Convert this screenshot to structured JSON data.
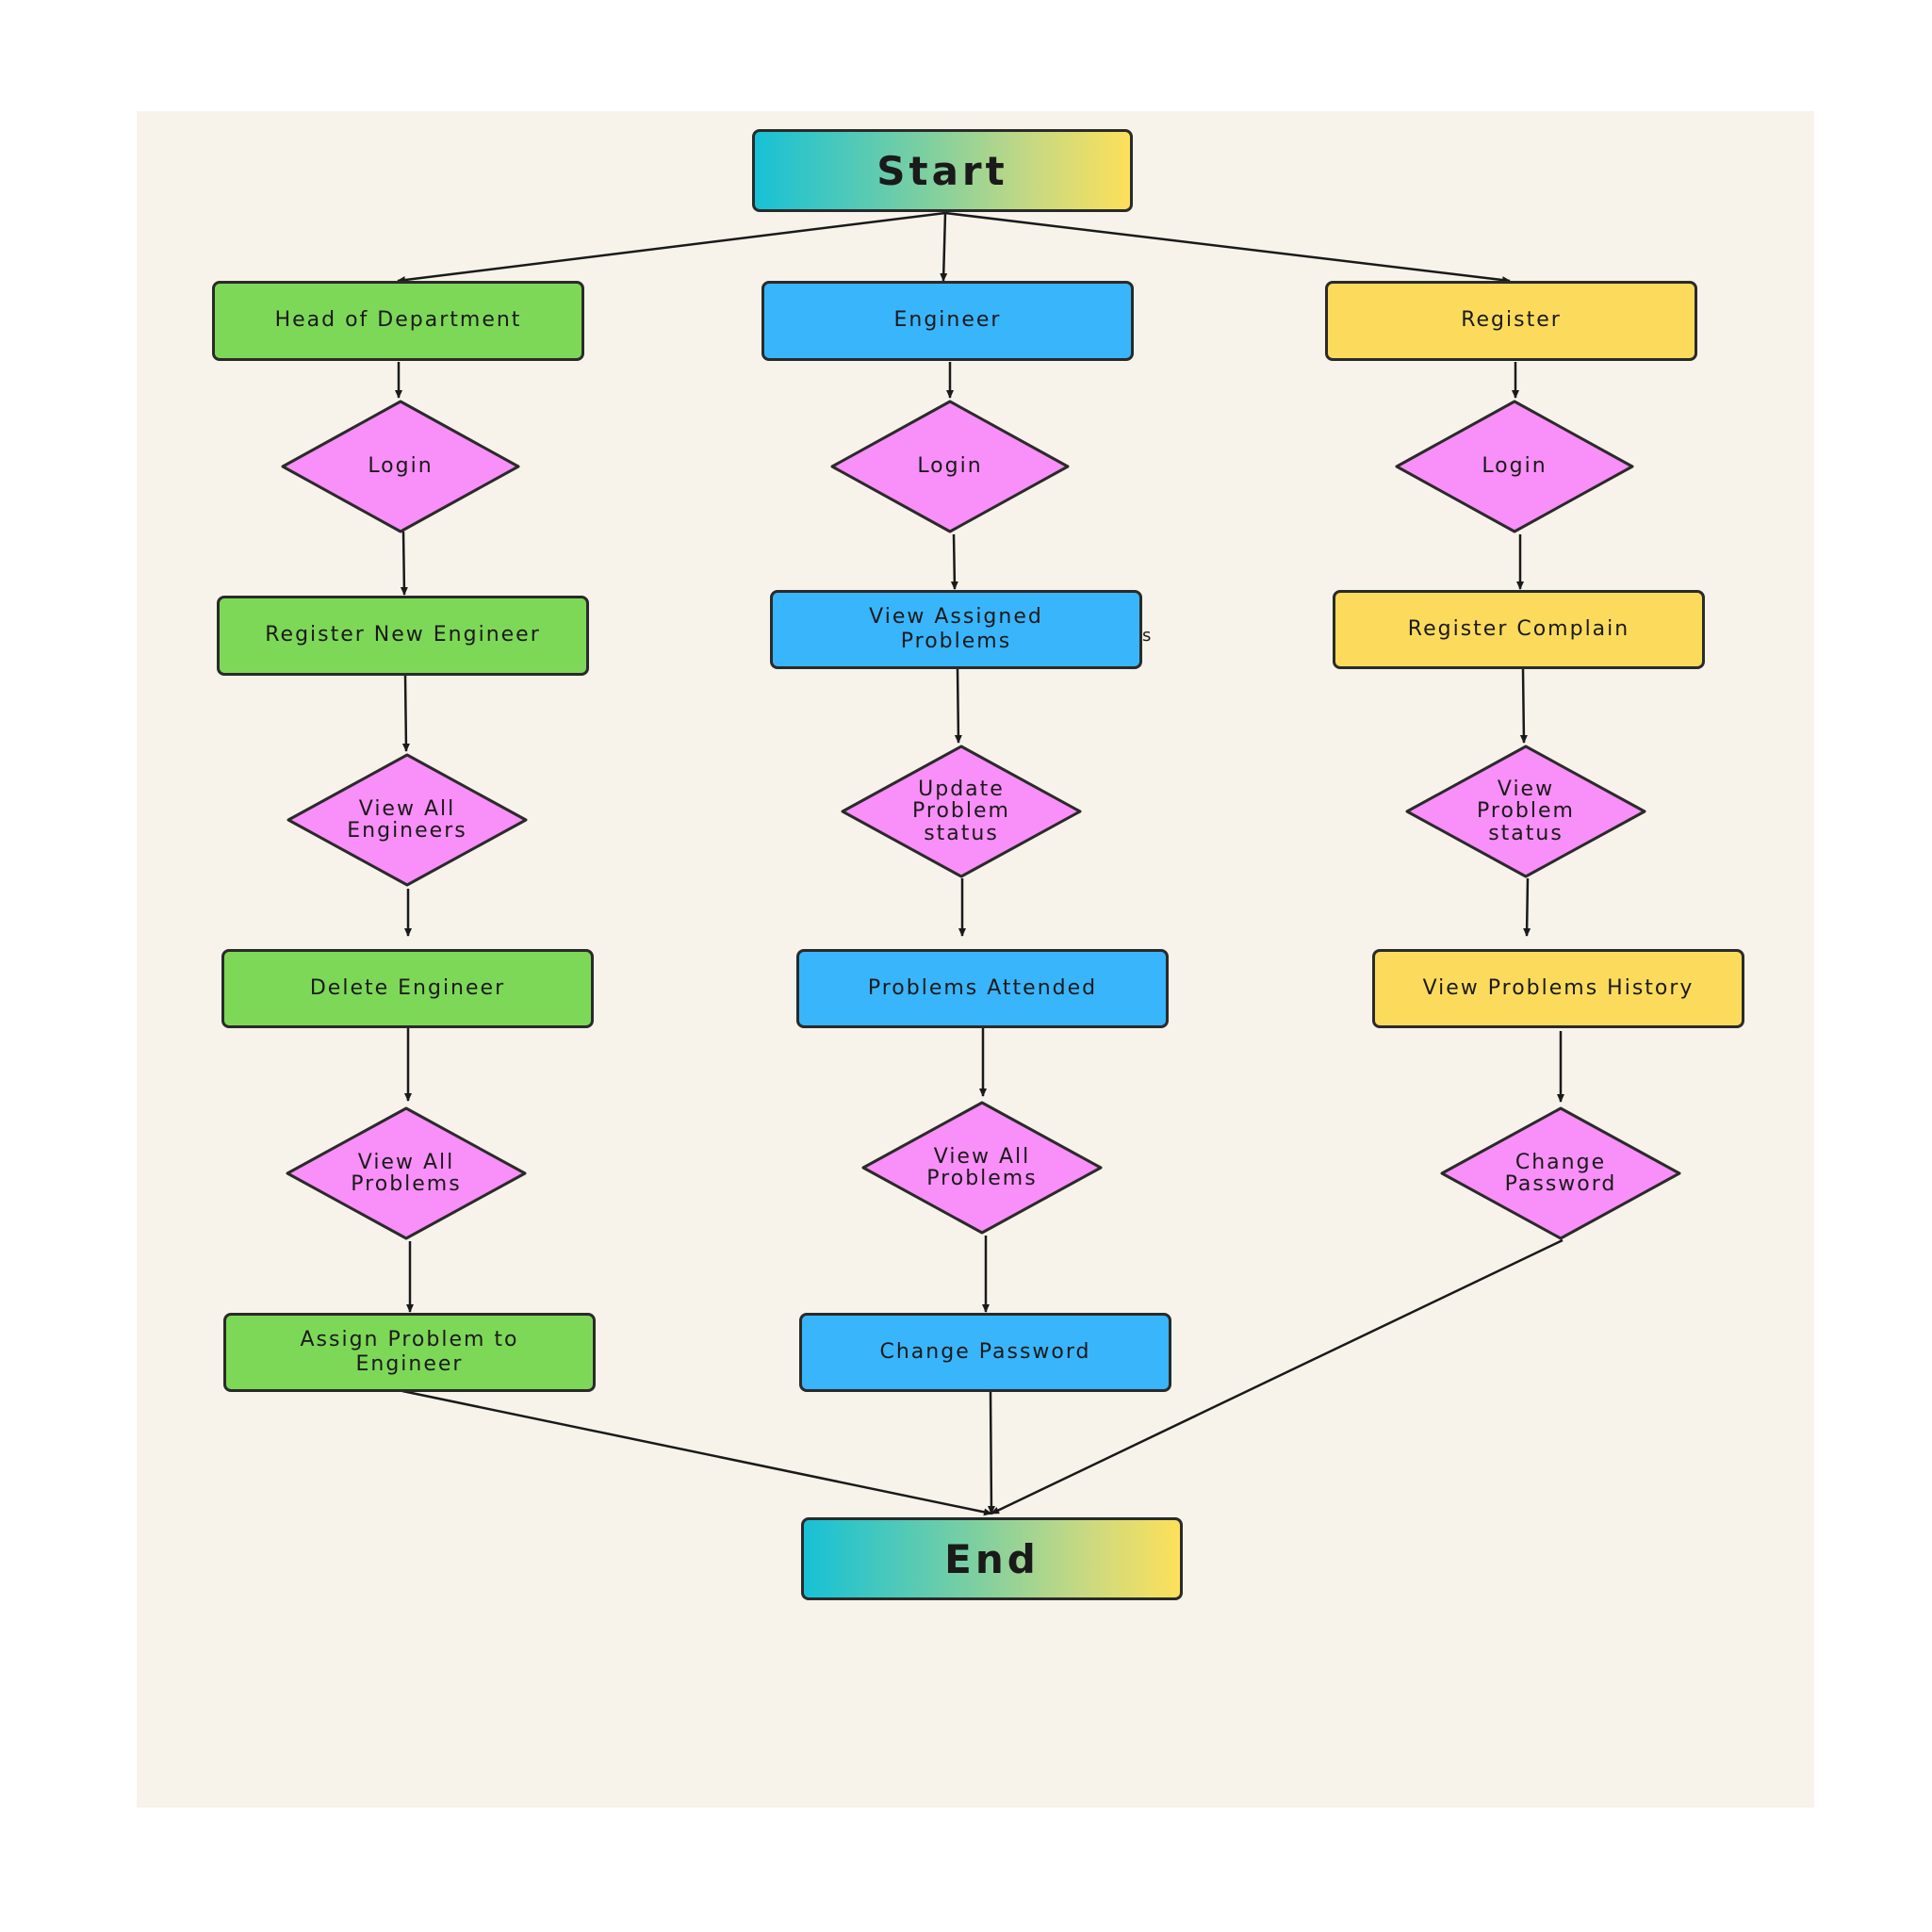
{
  "colors": {
    "hod": "#7dd857",
    "engineer": "#39b5fc",
    "register": "#fcdb5c",
    "decision": "#f98ff8",
    "background": "#f7f3ea",
    "stroke": "#2a2a2a"
  },
  "start": {
    "label": "Start"
  },
  "end": {
    "label": "End"
  },
  "hod_column": {
    "role": "Head of Department",
    "login": "Login",
    "register_engineer": "Register New Engineer",
    "view_engineers": "View All\nEngineers",
    "delete_engineer": "Delete Engineer",
    "view_problems": "View All\nProblems",
    "assign_problem": "Assign Problem to\nEngineer"
  },
  "engineer_column": {
    "role": "Engineer",
    "login": "Login",
    "view_assigned": "View Assigned\nProblems",
    "update_status": "Update\nProblem\nstatus",
    "problems_attended": "Problems Attended",
    "view_problems": "View All\nProblems",
    "change_password": "Change Password"
  },
  "register_column": {
    "role": "Register",
    "login": "Login",
    "register_complain": "Register Complain",
    "view_status": "View\nProblem\nstatus",
    "view_history": "View Problems History",
    "change_password": "Change\nPassword"
  },
  "stray_text": "s"
}
